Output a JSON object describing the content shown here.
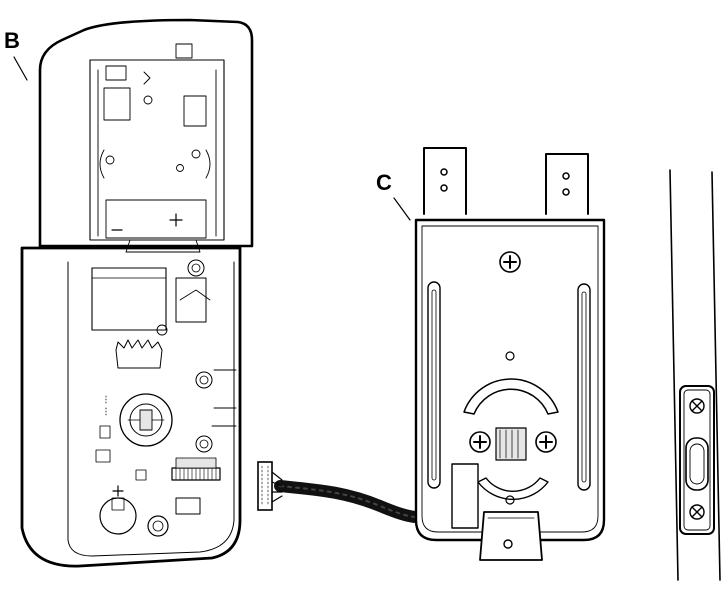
{
  "callouts": {
    "b": "B",
    "c": "C"
  },
  "components": {
    "interior_assembly_icon": "interior-assembly",
    "mounting_plate_icon": "mounting-plate",
    "door_edge_icon": "door-edge-latch",
    "cable_icon": "cable-connector"
  },
  "colors": {
    "line": "#000000",
    "fill": "#ffffff",
    "cable": "#111111",
    "shade": "#e6e6e6"
  }
}
